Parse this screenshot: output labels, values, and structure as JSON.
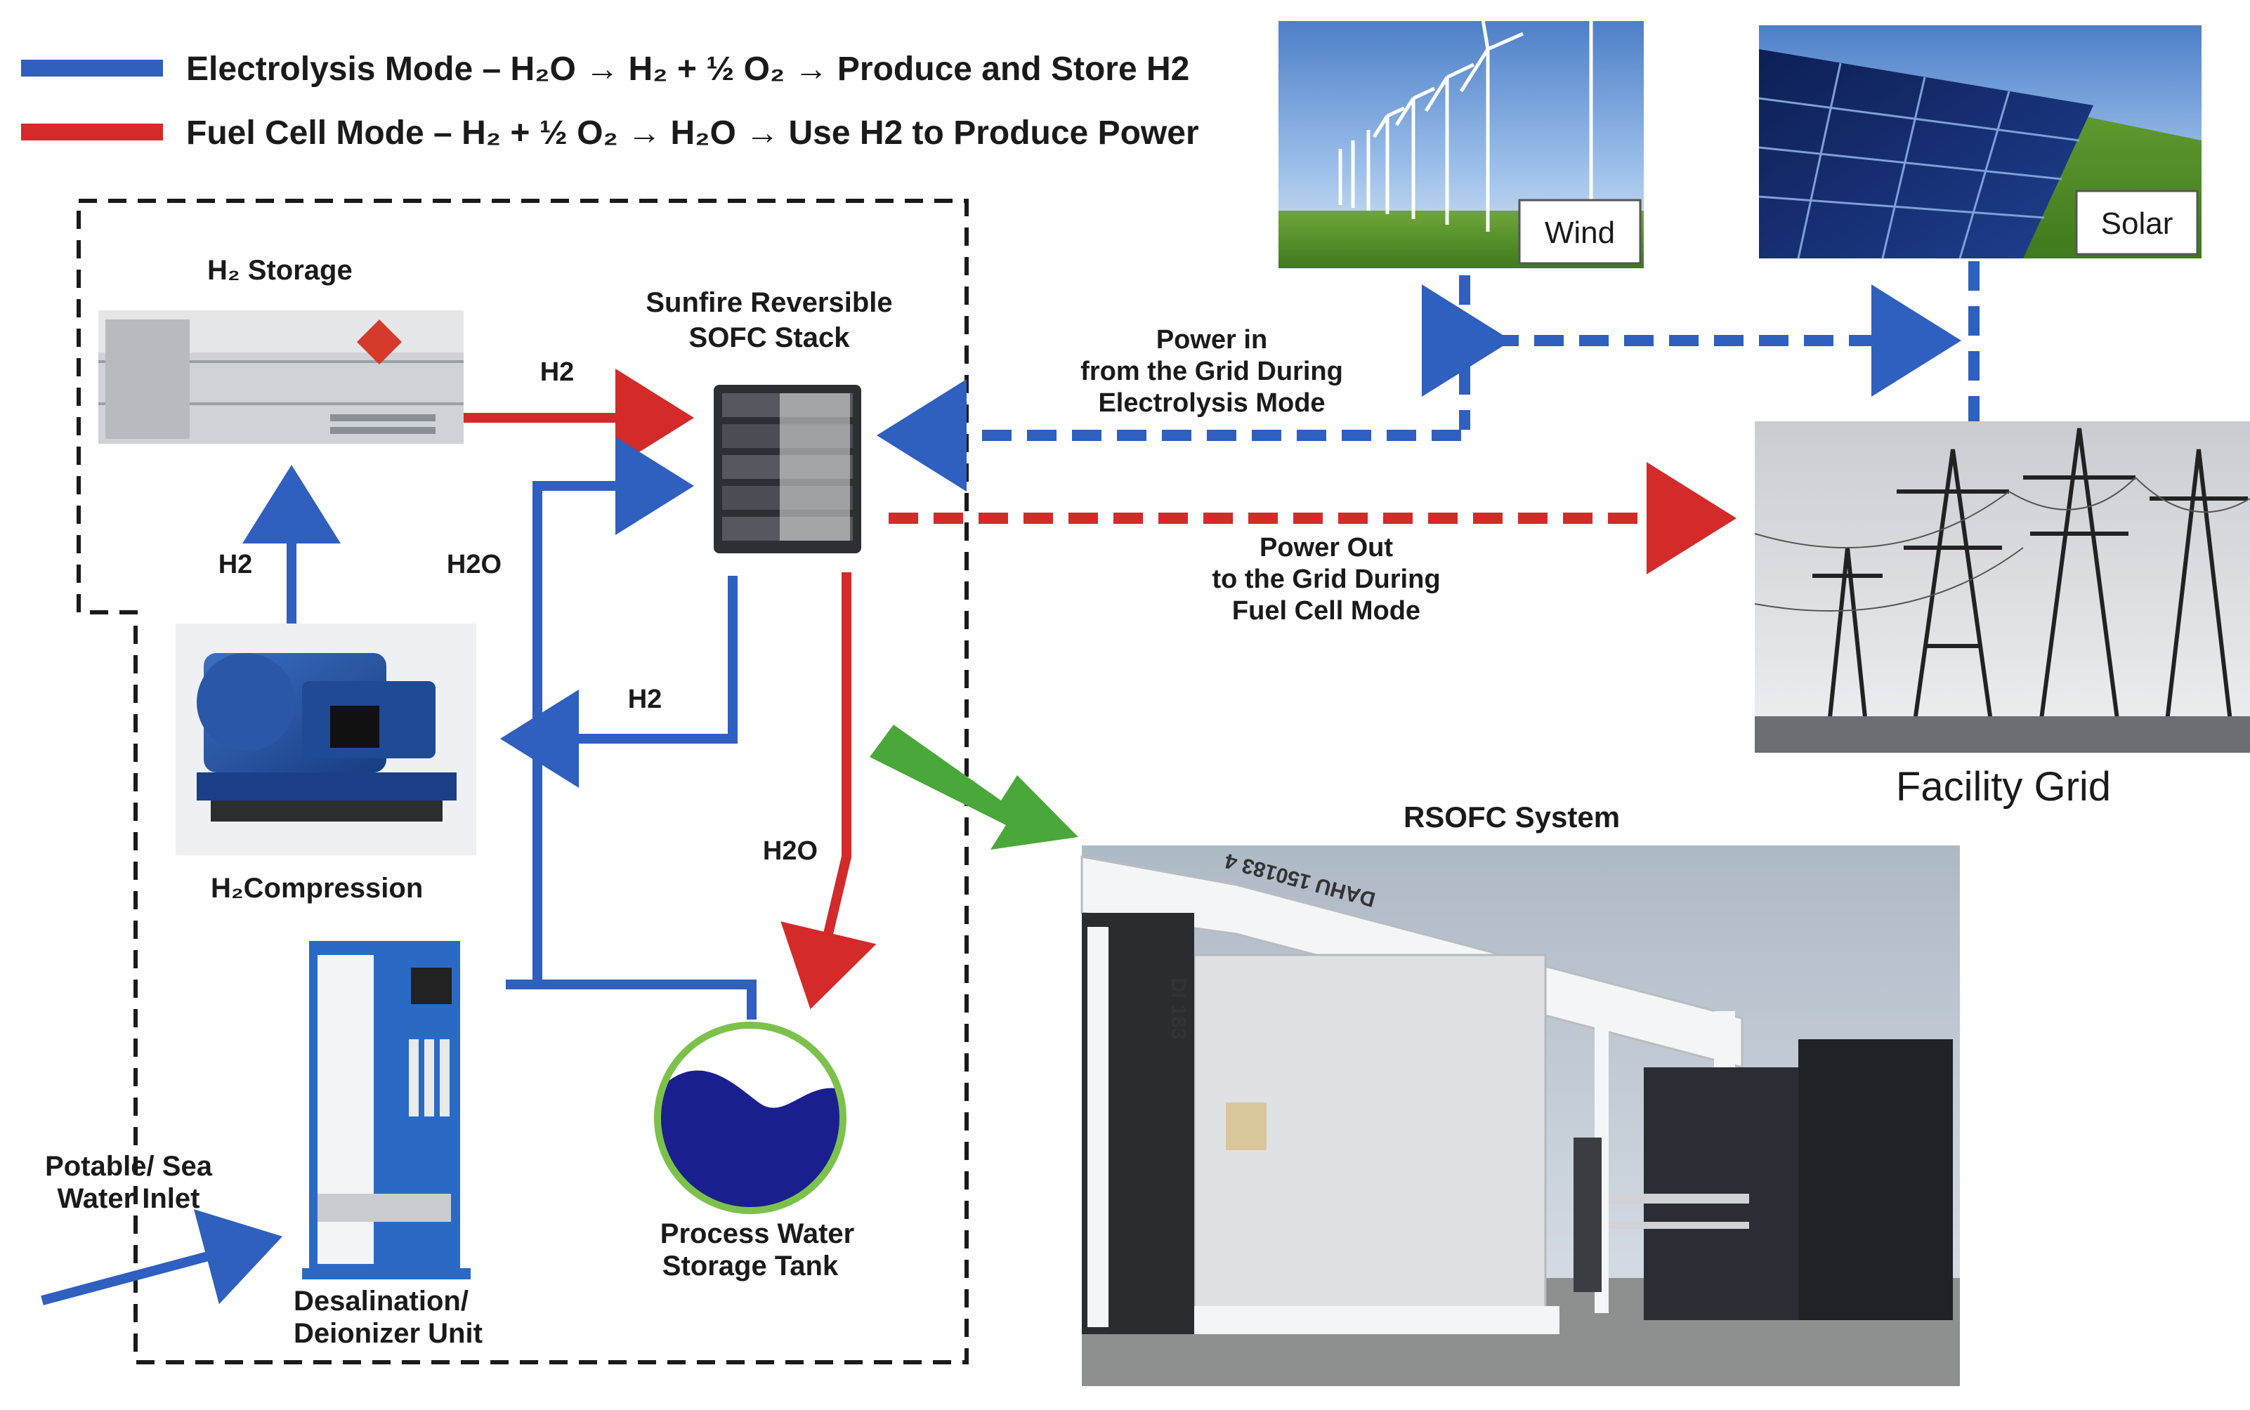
{
  "legend": {
    "electrolysis": "Electrolysis Mode – H₂O → H₂ + ½ O₂ → Produce and Store H2",
    "fuel_cell": "Fuel Cell Mode – H₂ + ½ O₂ → H₂O → Use H2 to Produce Power",
    "electrolysis_color": "#2f5fbf",
    "fuel_cell_color": "#d42a2a"
  },
  "components": {
    "h2_storage": "H₂ Storage",
    "stack_line1": "Sunfire Reversible",
    "stack_line2": "SOFC Stack",
    "h2_compression": "H₂Compression",
    "desal_line1": "Desalination/",
    "desal_line2": "Deionizer Unit",
    "tank_line1": "Process Water",
    "tank_line2": "Storage Tank",
    "inlet_line1": "Potable/ Sea",
    "inlet_line2": "Water Inlet",
    "wind": "Wind",
    "solar": "Solar",
    "grid": "Facility Grid",
    "rsofc": "RSOFC System"
  },
  "flows": {
    "h2_storage_to_stack": "H2",
    "h2_compressor_to_storage": "H2",
    "h2o_to_stack": "H2O",
    "h2_stack_to_compressor": "H2",
    "h2o_stack_to_tank": "H2O"
  },
  "power": {
    "in_line1": "Power in",
    "in_line2": "from the Grid During",
    "in_line3": "Electrolysis Mode",
    "out_line1": "Power Out",
    "out_line2": "to the Grid During",
    "out_line3": "Fuel Cell Mode"
  },
  "container_marks": {
    "id_top": "DAHU 150183 4",
    "id_side": "DI 183"
  },
  "colors": {
    "process_arrow_green": "#4aa83a",
    "water_fill": "#1a1f8f",
    "tank_ring": "#7cc24a"
  }
}
